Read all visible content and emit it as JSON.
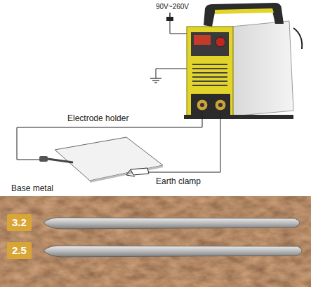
{
  "diagram": {
    "nodes": [
      {
        "text": [
          "3.2"
        ]
      },
      {
        "text": [
          "2.5"
        ]
      }
    ],
    "labels": [
      "90V~260V",
      "Electrode holder",
      "Base metal",
      "Earth clamp"
    ]
  }
}
